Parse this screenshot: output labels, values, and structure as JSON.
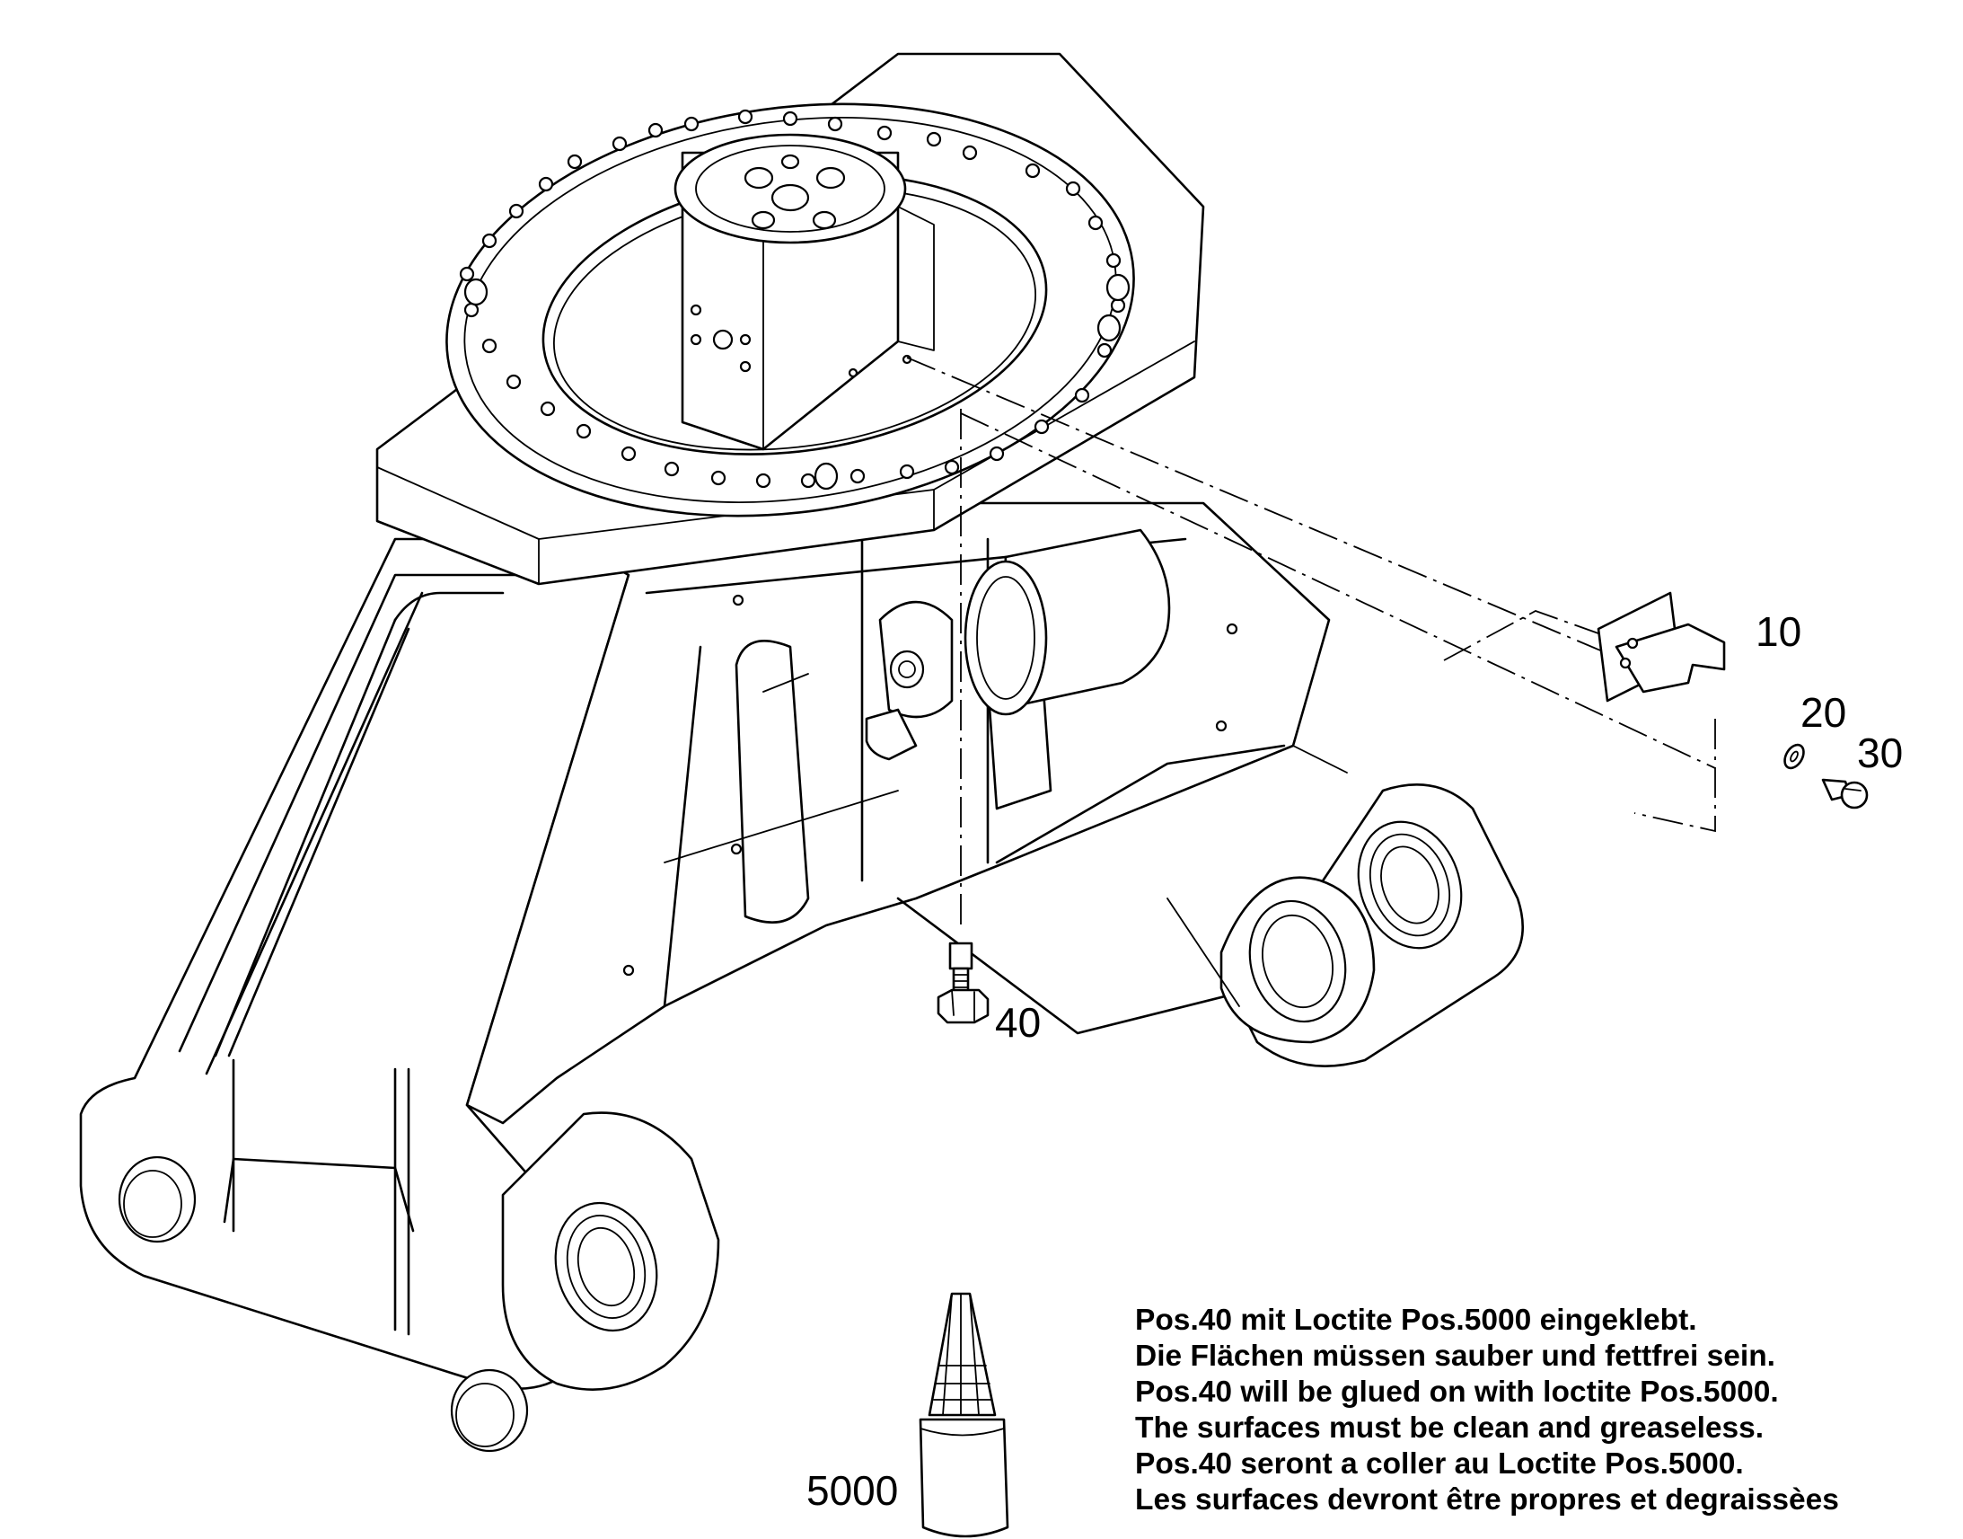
{
  "callouts": {
    "p10": "10",
    "p20": "20",
    "p30": "30",
    "p40": "40",
    "p5000": "5000"
  },
  "notes": [
    "Pos.40 mit Loctite Pos.5000 eingeklebt.",
    "Die Flächen müssen sauber und fettfrei sein.",
    "Pos.40 will be glued on with loctite Pos.5000.",
    "The surfaces must be clean and greaseless.",
    "Pos.40 seront a coller au Loctite Pos.5000.",
    "Les surfaces devront être propres et degraissèes"
  ],
  "colors": {
    "line": "#000000",
    "background": "#ffffff"
  }
}
